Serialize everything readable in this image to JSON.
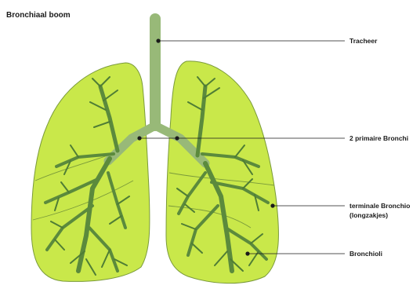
{
  "diagram": {
    "title": "Bronchiaal boom",
    "labels": [
      {
        "key": "tracheer",
        "lines": [
          "Tracheer"
        ]
      },
      {
        "key": "primaire",
        "lines": [
          "2 primaire Bronchi"
        ]
      },
      {
        "key": "terminale",
        "lines": [
          "terminale Bronchio",
          "(longzakjes)"
        ]
      },
      {
        "key": "bronchioli",
        "lines": [
          "Bronchioli"
        ]
      }
    ]
  },
  "colors": {
    "lung_fill": "#c9e84a",
    "alveoli_dots": "#7fb02a",
    "trachea": "#98b978",
    "bronchi": "#5b8a3c",
    "text": "#1a1a1a"
  }
}
